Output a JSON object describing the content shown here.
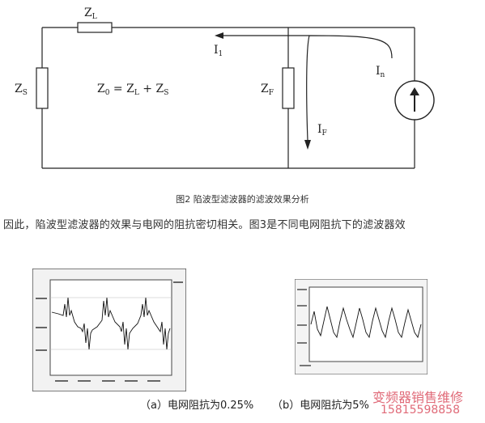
{
  "circuit": {
    "labels": {
      "zl_main": "Z",
      "zl_sub": "L",
      "zs_main": "Z",
      "zs_sub": "S",
      "zf_main": "Z",
      "zf_sub": "F",
      "eq_z0_main": "Z",
      "eq_z0_sub": "0",
      "eq_eq": " = ",
      "eq_zl_main": "Z",
      "eq_zl_sub": "L",
      "eq_plus": " + ",
      "eq_zs_main": "Z",
      "eq_zs_sub": "S",
      "i1_main": "I",
      "i1_sub": "1",
      "in_main": "I",
      "in_sub": "n",
      "if_main": "I",
      "if_sub": "F"
    }
  },
  "figure_caption": "图2 陷波型滤波器的滤波效果分析",
  "body_text": "因此，陷波型滤波器的效果与电网的阻抗密切相关。图3是不同电网阻抗下的滤波器效",
  "subcaptions": {
    "a": "（a）电网阻抗为0.25%",
    "b": "（b）电网阻抗为5%"
  },
  "watermark": {
    "line1": "变频器销售维修",
    "line2": "15815598858"
  },
  "colors": {
    "line": "#222222",
    "watermark": "#e06a78"
  }
}
